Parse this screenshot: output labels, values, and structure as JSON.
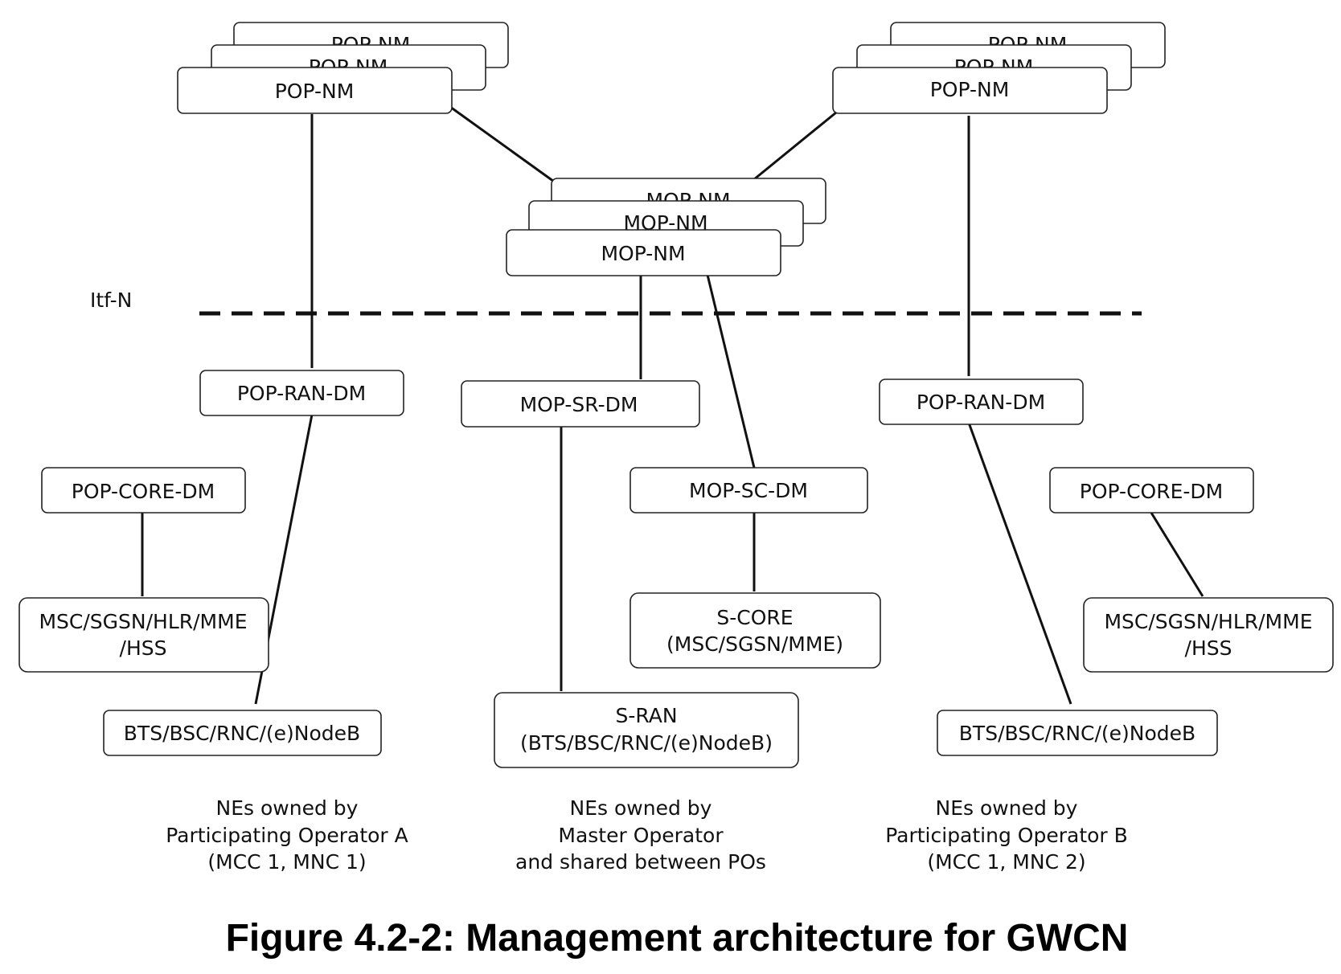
{
  "nodes": {
    "pop_nm_a_back": "POP-NM",
    "pop_nm_a_mid": "POP-NM",
    "pop_nm_a_front": "POP-NM",
    "pop_nm_b_back": "POP-NM",
    "pop_nm_b_mid": "POP-NM",
    "pop_nm_b_front": "POP-NM",
    "mop_nm_back": "MOP-NM",
    "mop_nm_mid": "MOP-NM",
    "mop_nm_front": "MOP-NM",
    "pop_ran_dm_a": "POP-RAN-DM",
    "mop_sr_dm": "MOP-SR-DM",
    "pop_ran_dm_b": "POP-RAN-DM",
    "pop_core_dm_a": "POP-CORE-DM",
    "mop_sc_dm": "MOP-SC-DM",
    "pop_core_dm_b": "POP-CORE-DM",
    "core_a": [
      "MSC/SGSN/HLR/MME",
      "/HSS"
    ],
    "s_core": [
      "S-CORE",
      "(MSC/SGSN/MME)"
    ],
    "core_b": [
      "MSC/SGSN/HLR/MME",
      "/HSS"
    ],
    "ran_a": "BTS/BSC/RNC/(e)NodeB",
    "s_ran": [
      "S-RAN",
      "(BTS/BSC/RNC/(e)NodeB)"
    ],
    "ran_b": "BTS/BSC/RNC/(e)NodeB"
  },
  "interface_label": "Itf-N",
  "ownership": {
    "operator_a": [
      "NEs owned by",
      "Participating Operator A",
      "(MCC 1, MNC 1)"
    ],
    "master": [
      "NEs owned by",
      "Master Operator",
      "and shared between POs"
    ],
    "operator_b": [
      "NEs owned by",
      "Participating Operator B",
      "(MCC 1, MNC 2)"
    ]
  },
  "caption": "Figure 4.2-2: Management architecture for GWCN"
}
